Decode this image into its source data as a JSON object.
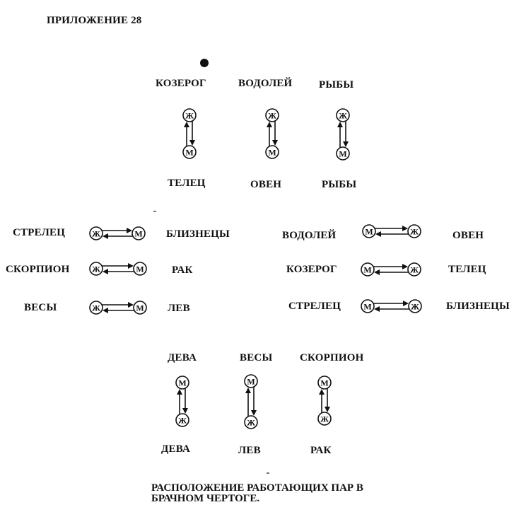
{
  "heading": "ПРИЛОЖЕНИЕ 28",
  "caption": {
    "line1": "РАСПОЛОЖЕНИЕ РАБОТАЮЩИХ ПАР В",
    "line2": "БРАЧНОМ ЧЕРТОГЕ."
  },
  "symbols": {
    "female": "Ж",
    "male": "М"
  },
  "top_group": {
    "upper_labels": [
      "КОЗЕРОГ",
      "ВОДОЛЕЙ",
      "РЫБЫ"
    ],
    "lower_labels": [
      "ТЕЛЕЦ",
      "ОВЕН",
      "РЫБЫ"
    ]
  },
  "left_group": {
    "left_labels": [
      "СТРЕЛЕЦ",
      "СКОРПИОН",
      "ВЕСЫ"
    ],
    "right_labels": [
      "БЛИЗНЕЦЫ",
      "РАК",
      "ЛЕВ"
    ]
  },
  "right_group": {
    "left_labels": [
      "ВОДОЛЕЙ",
      "КОЗЕРОГ",
      "СТРЕЛЕЦ"
    ],
    "right_labels": [
      "ОВЕН",
      "ТЕЛЕЦ",
      "БЛИЗНЕЦЫ"
    ]
  },
  "bottom_group": {
    "upper_labels": [
      "ДЕВА",
      "ВЕСЫ",
      "СКОРПИОН"
    ],
    "lower_labels": [
      "ДЕВА",
      "ЛЕВ",
      "РАК"
    ]
  }
}
